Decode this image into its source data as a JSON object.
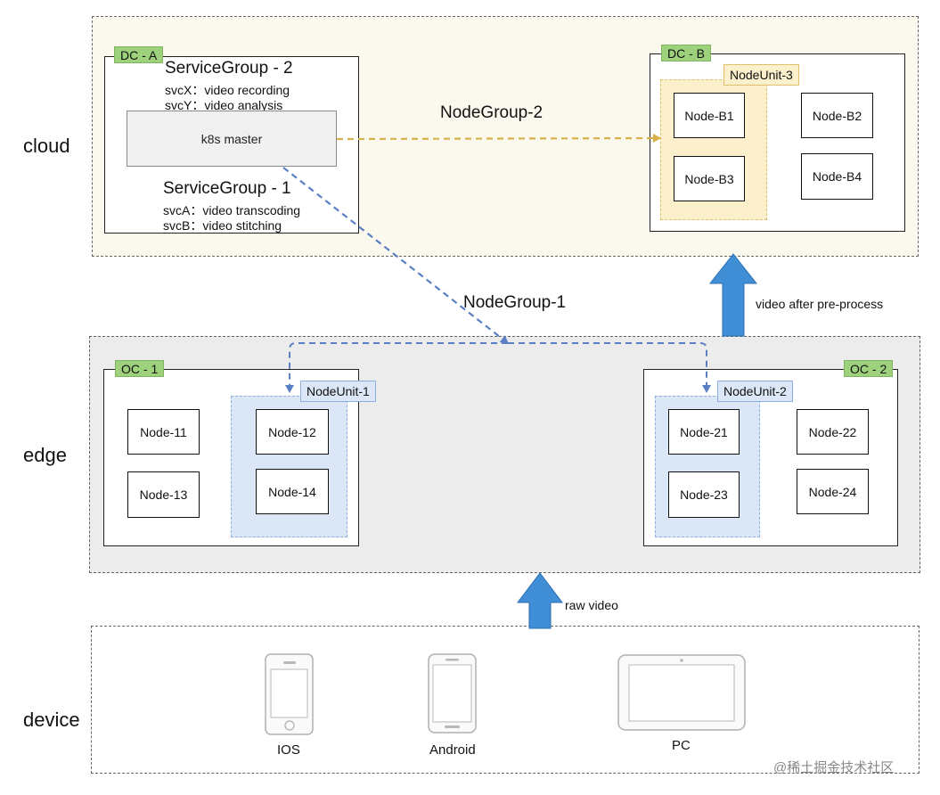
{
  "layers": {
    "cloud": "cloud",
    "edge": "edge",
    "device": "device"
  },
  "dc_a": {
    "tag": "DC - A",
    "service_group_2": {
      "title": "ServiceGroup - 2",
      "lines": [
        "svcX：video recording",
        "svcY：video analysis"
      ]
    },
    "master": "k8s master",
    "service_group_1": {
      "title": "ServiceGroup - 1",
      "lines": [
        "svcA：video transcoding",
        "svcB：video stitching"
      ]
    }
  },
  "dc_b": {
    "tag": "DC - B",
    "unit": "NodeUnit-3",
    "nodes": [
      "Node-B1",
      "Node-B2",
      "Node-B3",
      "Node-B4"
    ]
  },
  "node_groups": {
    "ng2": "NodeGroup-2",
    "ng1": "NodeGroup-1"
  },
  "oc1": {
    "tag": "OC - 1",
    "unit": "NodeUnit-1",
    "nodes": [
      "Node-11",
      "Node-12",
      "Node-13",
      "Node-14"
    ]
  },
  "oc2": {
    "tag": "OC - 2",
    "unit": "NodeUnit-2",
    "nodes": [
      "Node-21",
      "Node-22",
      "Node-23",
      "Node-24"
    ]
  },
  "flows": {
    "up_to_cloud": "video after pre-process",
    "up_to_edge": "raw video"
  },
  "devices": [
    "IOS",
    "Android",
    "PC"
  ],
  "watermark": "@稀土掘金技术社区",
  "colors": {
    "cloud_zone": "#fbf8ee",
    "edge_zone": "#ececec",
    "green_tag": "#9ed17c",
    "yellow_unit": "#fbefcc",
    "blue_unit": "#dbe6f6",
    "ng2_line": "#d8b14a",
    "ng1_line": "#5a7fc4",
    "arrow_blue": "#3f8ed6"
  }
}
